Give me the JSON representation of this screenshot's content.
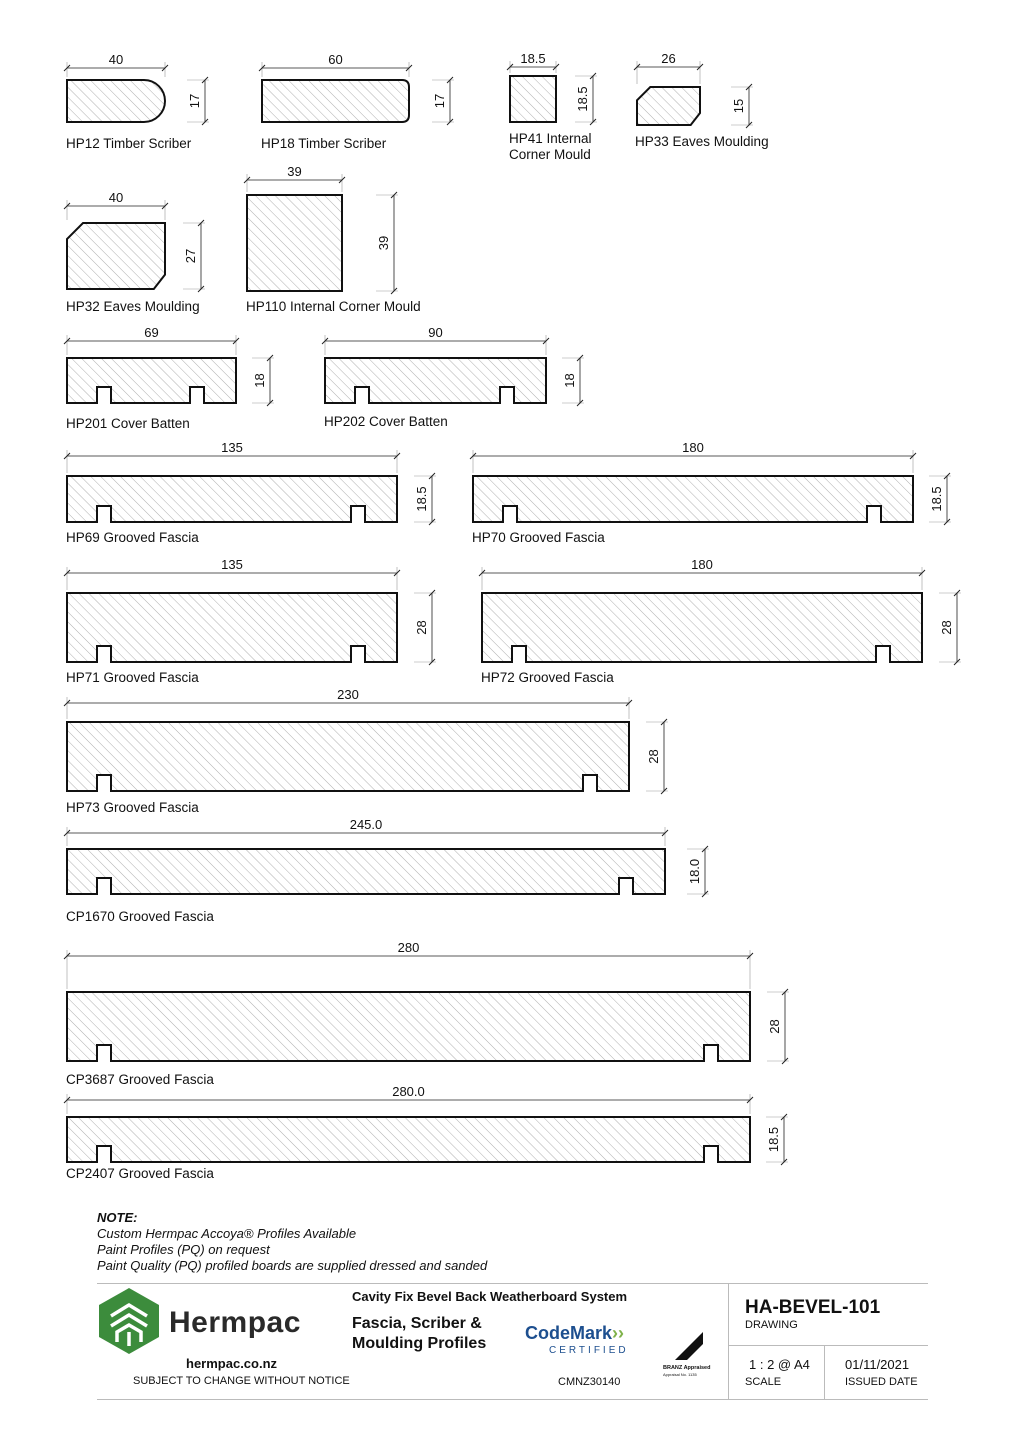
{
  "profiles": [
    {
      "label": "HP12 Timber Scriber",
      "width": "40",
      "height": "17",
      "shape": "rounded-end",
      "grooved": false
    },
    {
      "label": "HP18 Timber Scriber",
      "width": "60",
      "height": "17",
      "shape": "rounded-corners",
      "grooved": false
    },
    {
      "label": "HP41 Internal\nCorner Mould",
      "width": "18.5",
      "height": "18.5",
      "shape": "square",
      "grooved": false
    },
    {
      "label": "HP33 Eaves Moulding",
      "width": "26",
      "height": "15",
      "shape": "chamfered",
      "grooved": false
    },
    {
      "label": "HP32 Eaves Moulding",
      "width": "40",
      "height": "27",
      "shape": "chamfered",
      "grooved": false
    },
    {
      "label": "HP110 Internal Corner Mould",
      "width": "39",
      "height": "39",
      "shape": "square",
      "grooved": false
    },
    {
      "label": "HP201 Cover Batten",
      "width": "69",
      "height": "18",
      "shape": "grooved",
      "grooved": true
    },
    {
      "label": "HP202 Cover Batten",
      "width": "90",
      "height": "18",
      "shape": "grooved",
      "grooved": true
    },
    {
      "label": "HP69 Grooved Fascia",
      "width": "135",
      "height": "18.5",
      "shape": "grooved",
      "grooved": true
    },
    {
      "label": "HP70 Grooved Fascia",
      "width": "180",
      "height": "18.5",
      "shape": "grooved",
      "grooved": true
    },
    {
      "label": "HP71 Grooved Fascia",
      "width": "135",
      "height": "28",
      "shape": "grooved",
      "grooved": true
    },
    {
      "label": "HP72 Grooved Fascia",
      "width": "180",
      "height": "28",
      "shape": "grooved",
      "grooved": true
    },
    {
      "label": "HP73 Grooved Fascia",
      "width": "230",
      "height": "28",
      "shape": "grooved",
      "grooved": true
    },
    {
      "label": "CP1670 Grooved Fascia",
      "width": "245.0",
      "height": "18.0",
      "shape": "grooved",
      "grooved": true
    },
    {
      "label": "CP3687 Grooved Fascia",
      "width": "280",
      "height": "28",
      "shape": "grooved",
      "grooved": true
    },
    {
      "label": "CP2407 Grooved Fascia",
      "width": "280.0",
      "height": "18.5",
      "shape": "grooved",
      "grooved": true
    }
  ],
  "notes": {
    "title": "NOTE:",
    "lines": [
      "Custom Hermpac Accoya® Profiles Available",
      "Paint Profiles (PQ) on request",
      "Paint Quality (PQ) profiled boards are supplied dressed and sanded"
    ]
  },
  "title_block": {
    "brand": "Hermpac",
    "website": "hermpac.co.nz",
    "disclaimer": "SUBJECT TO CHANGE WITHOUT NOTICE",
    "system": "Cavity Fix Bevel Back Weatherboard System",
    "drawing_title_1": "Fascia, Scriber &",
    "drawing_title_2": "Moulding Profiles",
    "codemark": "CodeMark",
    "codemark_sub": "CERTIFIED",
    "codemark_number": "CMNZ30140",
    "branz_1": "BRANZ Appraised",
    "branz_2": "Appraisal No. 1135",
    "drawing_no": "HA-BEVEL-101",
    "drawing_label": "DRAWING",
    "scale_value": "1 : 2 @ A4",
    "scale_label": "SCALE",
    "issued_value": "01/11/2021",
    "issued_label": "ISSUED DATE"
  },
  "colors": {
    "logo_green": "#3c8c3c",
    "line": "#111111",
    "hatch": "#9a9a9a"
  }
}
